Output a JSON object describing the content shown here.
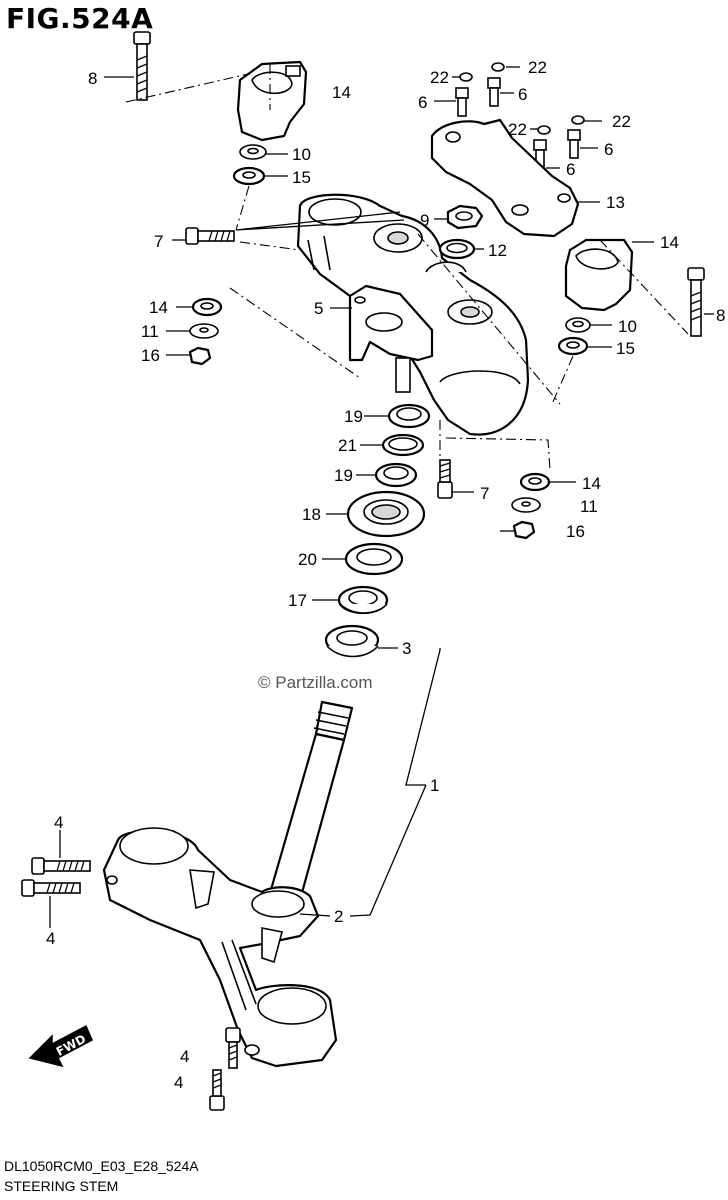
{
  "figure_title": "FIG.524A",
  "model_code": "DL1050RCM0_E03_E28_524A",
  "section_name": "STEERING STEM",
  "watermark": "© Partzilla.com",
  "fwd_label": "FWD",
  "callouts": {
    "c8a": "8",
    "c14a": "14",
    "c10a": "10",
    "c15a": "15",
    "c7a": "7",
    "c14b": "14",
    "c11a": "11",
    "c16a": "16",
    "c5": "5",
    "c22a": "22",
    "c22b": "22",
    "c6a": "6",
    "c6b": "6",
    "c22c": "22",
    "c22d": "22",
    "c6c": "6",
    "c6d": "6",
    "c9": "9",
    "c12": "12",
    "c13": "13",
    "c14c": "14",
    "c8b": "8",
    "c10b": "10",
    "c15b": "15",
    "c19a": "19",
    "c21": "21",
    "c19b": "19",
    "c18": "18",
    "c20": "20",
    "c17": "17",
    "c3": "3",
    "c7b": "7",
    "c14d": "14",
    "c11b": "11",
    "c16b": "16",
    "c1": "1",
    "c2": "2",
    "c4a": "4",
    "c4b": "4",
    "c4c": "4",
    "c4d": "4"
  }
}
